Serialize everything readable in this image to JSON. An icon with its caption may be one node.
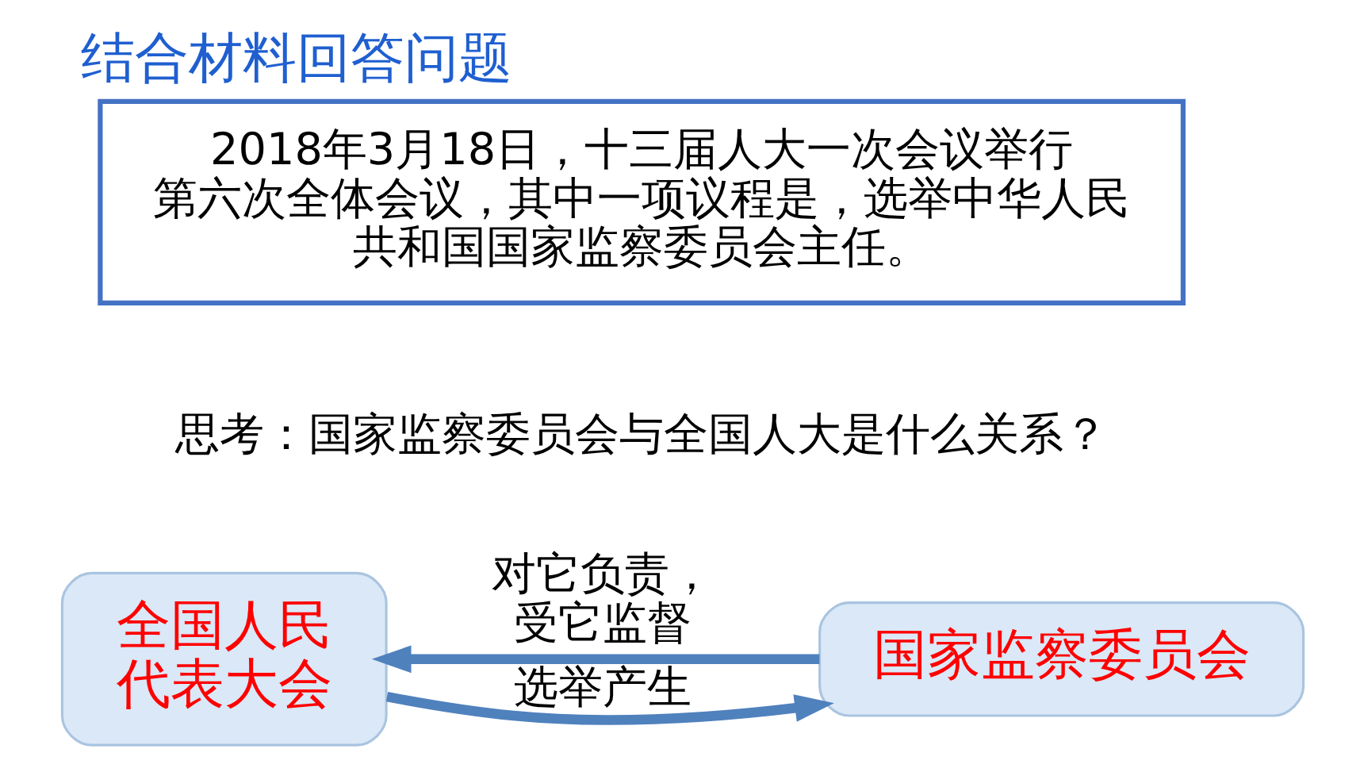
{
  "diagram": {
    "title": "结合材料回答问题",
    "nodes": [
      {
        "text": [
          "2018年3月18日，十三届人大一次会议举行第六次全体会议，其中一项议程是，选举中华人民共和国国家监察委员会主任。"
        ]
      },
      {
        "text": [
          "全国人民代表大会"
        ]
      },
      {
        "text": [
          "国家监察委员会"
        ]
      }
    ],
    "edges": [
      {
        "from": 1,
        "to": 2,
        "arrow": "to",
        "label": "选举产生"
      },
      {
        "from": 2,
        "to": 1,
        "arrow": "to",
        "label": "对它负责，受它监督"
      }
    ],
    "labels": [
      "思考：国家监察委员会与全国人大是什么关系？"
    ]
  }
}
